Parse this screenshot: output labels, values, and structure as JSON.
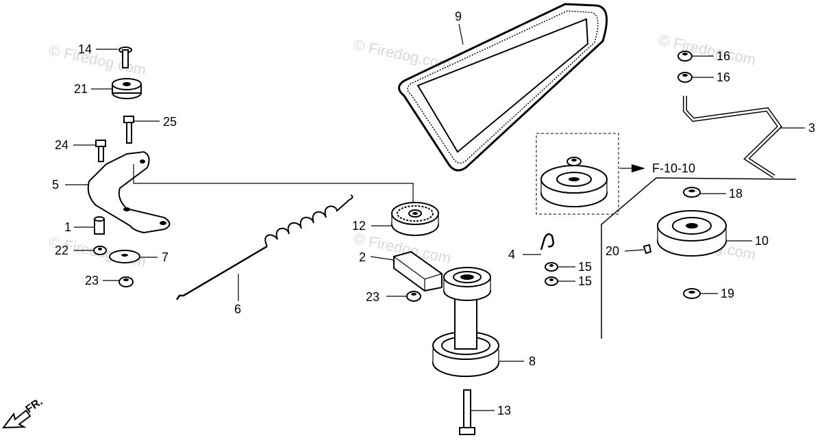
{
  "watermarks": [
    "© Firedog.com",
    "© Firedog.com",
    "© Firedog.com",
    "© Firedog.com",
    "© Firedog.com",
    "© Firedog.com"
  ],
  "reference": "F-10-10",
  "direction": "FR.",
  "callouts": {
    "p14": "14",
    "p21": "21",
    "p25": "25",
    "p24": "24",
    "p5": "5",
    "p1": "1",
    "p22": "22",
    "p7": "7",
    "p23a": "23",
    "p6": "6",
    "p9": "9",
    "p12": "12",
    "p2": "2",
    "p23b": "23",
    "p8": "8",
    "p13": "13",
    "p4": "4",
    "p15a": "15",
    "p15b": "15",
    "p16a": "16",
    "p16b": "16",
    "p3": "3",
    "p18": "18",
    "p10": "10",
    "p20": "20",
    "p19": "19"
  }
}
